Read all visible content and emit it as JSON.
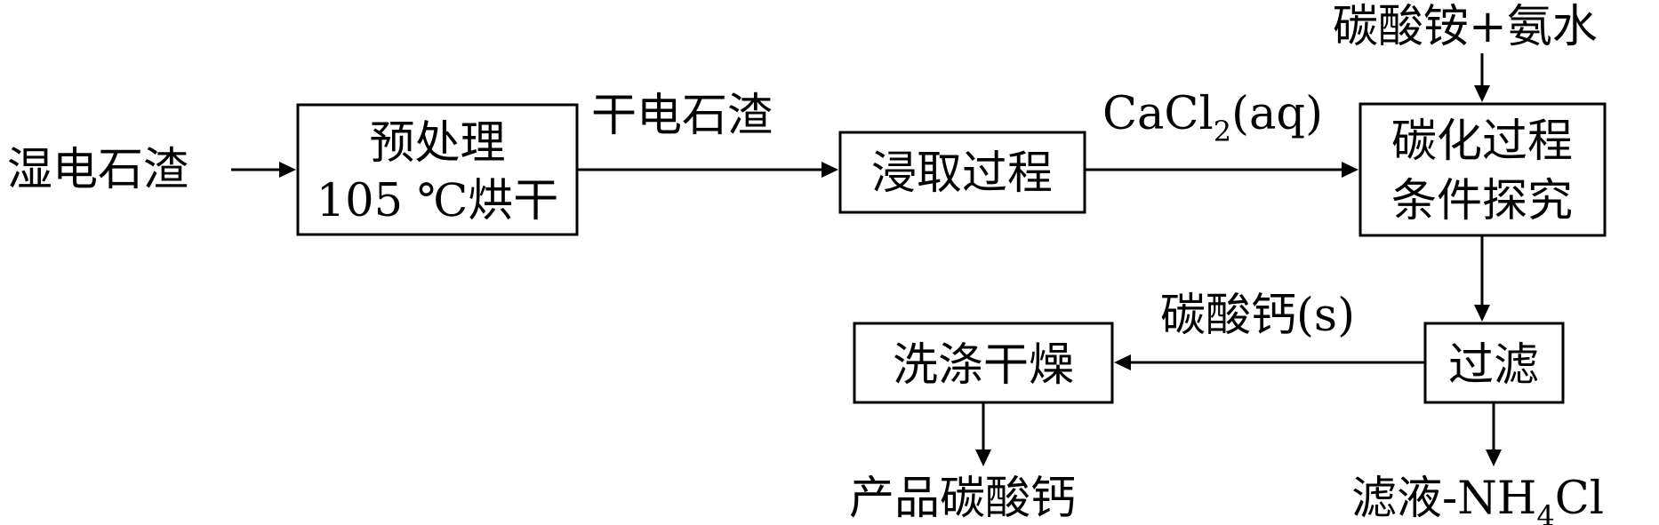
{
  "inputs": {
    "wet_slag": "湿电石渣",
    "ammonium_carbonate": "碳酸铵+氨水"
  },
  "boxes": {
    "pretreat": {
      "line1": "预处理",
      "line2": "105 ℃烘干"
    },
    "leach": "浸取过程",
    "carbonation": {
      "line1": "碳化过程",
      "line2": "条件探究"
    },
    "filter": "过滤",
    "wash_dry": "洗涤干燥"
  },
  "edge_labels": {
    "dry_slag": "干电石渣",
    "cacl2": {
      "prefix": "CaCl",
      "subscript": "2",
      "suffix": "(aq)"
    },
    "caco3_solid": "碳酸钙(s)"
  },
  "outputs": {
    "product": "产品碳酸钙",
    "filtrate": {
      "prefix": "滤液-NH",
      "subscript": "4",
      "suffix": "Cl"
    }
  }
}
